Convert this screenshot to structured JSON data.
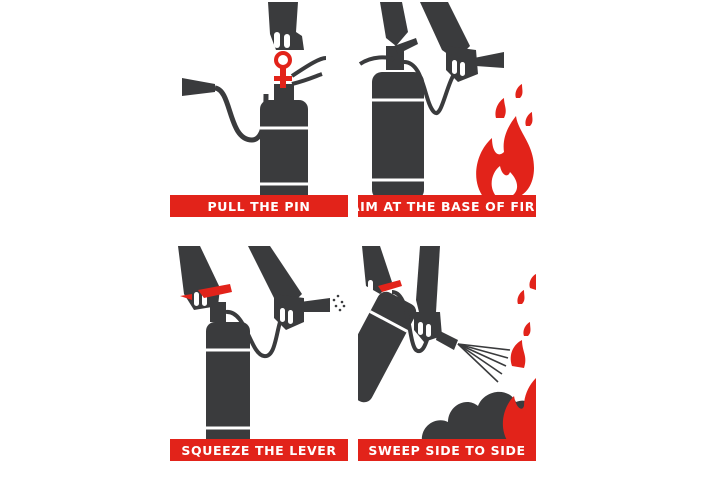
{
  "colors": {
    "dark": "#3a3b3d",
    "red": "#e2231a",
    "white": "#ffffff"
  },
  "steps": [
    {
      "label": "PULL THE PIN"
    },
    {
      "label": "AIM AT THE BASE OF FIRE"
    },
    {
      "label": "SQUEEZE THE LEVER"
    },
    {
      "label": "SWEEP SIDE TO SIDE"
    }
  ]
}
